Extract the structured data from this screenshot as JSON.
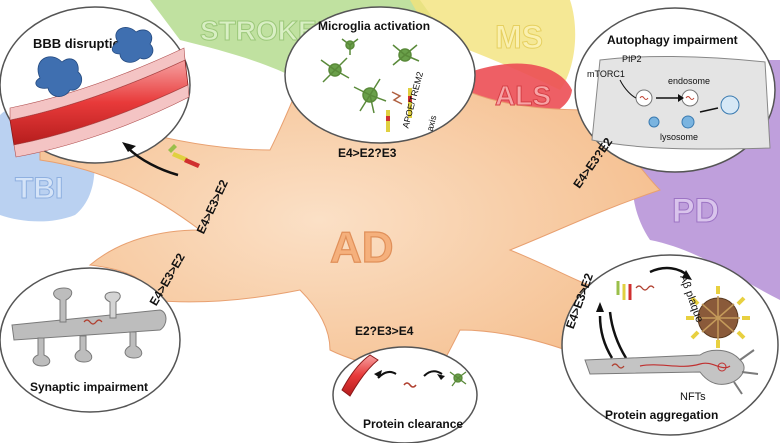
{
  "center": {
    "label": "AD"
  },
  "diseases": {
    "stroke": {
      "label": "STROKE",
      "color": "#b5dc8f"
    },
    "ms": {
      "label": "MS",
      "color": "#f3e27a"
    },
    "als": {
      "label": "ALS",
      "color": "#ec4e54"
    },
    "tbi": {
      "label": "TBI",
      "color": "#a9c6ee"
    },
    "pd": {
      "label": "PD",
      "color": "#b48ed6"
    }
  },
  "panels": {
    "bbb": {
      "title": "BBB disruption",
      "order": "E4>E3>E2"
    },
    "microglia": {
      "title": "Microglia activation",
      "order": "E4>E2?E3",
      "note1": "APOE/TREM2",
      "note2": "axis"
    },
    "autophagy": {
      "title": "Autophagy impairment",
      "order": "E4>E3?E2",
      "pip2": "PIP2",
      "mtorc1": "mTORC1",
      "endosome": "endosome",
      "lysosome": "lysosome"
    },
    "synaptic": {
      "title": "Synaptic impairment",
      "order": "E4>E3>E2"
    },
    "clearance": {
      "title": "Protein clearance",
      "order": "E2?E3>E4"
    },
    "aggregation": {
      "title": "Protein aggregation",
      "order": "E4>E3>E2",
      "plaque": "Aβ plaque",
      "nfts": "NFTs"
    }
  },
  "colors": {
    "hub": "#f7c79c",
    "hub_edge": "#e8a070"
  }
}
